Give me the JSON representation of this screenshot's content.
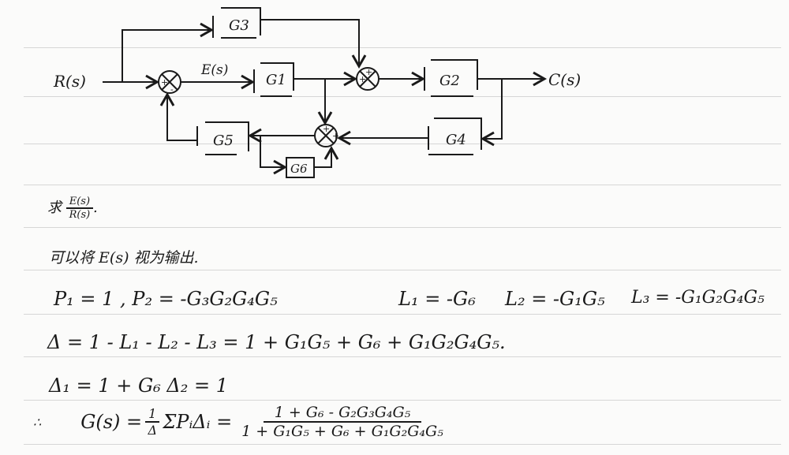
{
  "diagram": {
    "input": "R(s)",
    "output": "C(s)",
    "error_signal": "E(s)",
    "blocks": [
      "G1",
      "G2",
      "G3",
      "G4",
      "G5",
      "G6"
    ],
    "sum_signs": {
      "s1": [
        "+",
        "-"
      ],
      "s2": [
        "+",
        "+"
      ],
      "s3": [
        "+",
        "+"
      ]
    }
  },
  "question": {
    "prefix": "求",
    "numerator": "E(s)",
    "denominator": "R(s)",
    "suffix": "."
  },
  "note": "可以将 E(s) 视为输出.",
  "equations": {
    "paths": "P₁ = 1  ,  P₂ = -G₃G₂G₄G₅",
    "l1": "L₁ = -G₆",
    "l2": "L₂ = -G₁G₅",
    "l3": "L₃ = -G₁G₂G₄G₅",
    "delta": "Δ = 1 - L₁ - L₂ - L₃ = 1 + G₁G₅ + G₆ + G₁G₂G₄G₅.",
    "cofactors": "Δ₁ = 1 + G₆     Δ₂ = 1",
    "therefore": "∴",
    "result_lhs": "G(s) = ",
    "result_frac_num": "1",
    "result_frac_den": "Δ",
    "result_sum": "ΣPᵢΔᵢ =",
    "result_num": "1 + G₆ - G₂G₃G₄G₅",
    "result_den": "1 + G₁G₅ + G₆ + G₁G₂G₄G₅"
  }
}
